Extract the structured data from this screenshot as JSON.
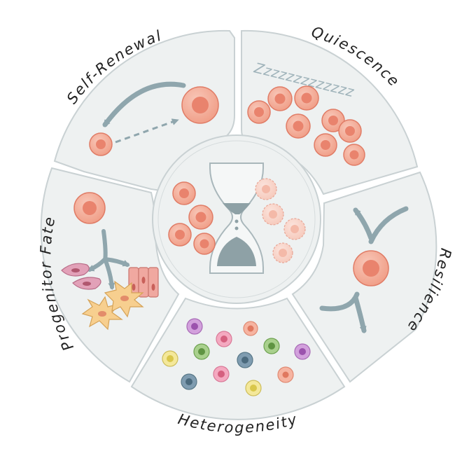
{
  "segments": {
    "self_renewal": "Self-Renewal",
    "quiescence": "Quiescence",
    "resilience": "Resilience",
    "heterogeneity": "Heterogeneity",
    "progenitor_fate": "Progenitor Fate"
  },
  "quiescence_text": "Zzzzzzzzzzzzz",
  "colors": {
    "panel_fill": "#eef1f1",
    "panel_stroke": "#c9d1d3",
    "cell_outer": "#f2a792",
    "cell_inner": "#e9836d",
    "arrow": "#8fa6ad",
    "hourglass": "#8ea1a6"
  },
  "icons": [
    "hourglass-icon",
    "cell-icon",
    "arrow-icon"
  ]
}
